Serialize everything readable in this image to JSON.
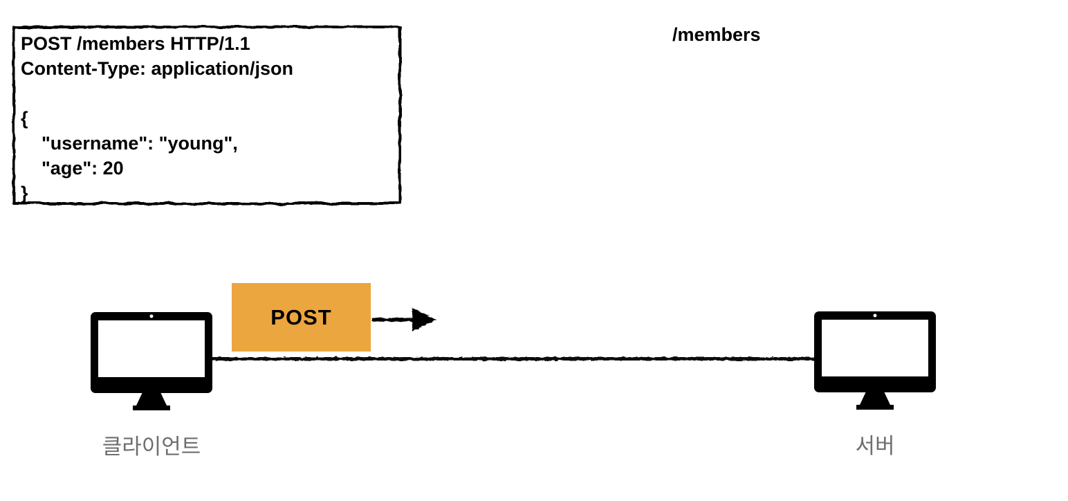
{
  "request_box": {
    "lines": [
      "POST /members HTTP/1.1",
      "Content-Type: application/json",
      "",
      "{",
      "    \"username\": \"young\",",
      "    \"age\": 20",
      "}"
    ]
  },
  "path_label": "/members",
  "message": {
    "label": "POST",
    "color": "#ECA63F"
  },
  "client": {
    "label": "클라이언트",
    "icon": "monitor-icon"
  },
  "server": {
    "label": "서버",
    "icon": "monitor-icon"
  },
  "arrow": {
    "icon": "right-arrow-icon",
    "direction": "right"
  },
  "colors": {
    "accent_orange": "#ECA63F",
    "ink_black": "#000000",
    "label_gray": "#6E6E6E",
    "background": "#FFFFFF"
  }
}
